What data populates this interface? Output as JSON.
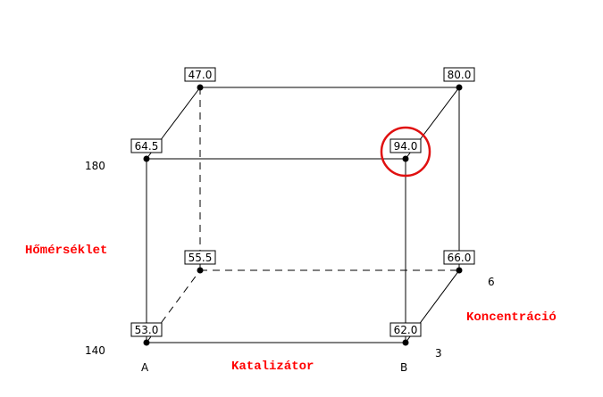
{
  "colors": {
    "axis_label": "#ff0000",
    "highlight": "#e01010",
    "line": "#000000"
  },
  "axes": {
    "temperature": {
      "label": "Hőmérséklet",
      "low": "140",
      "high": "180"
    },
    "catalyst": {
      "label": "Katalizátor",
      "low": "A",
      "high": "B"
    },
    "concentration": {
      "label": "Koncentráció",
      "low": "3",
      "high": "6"
    }
  },
  "vertices": {
    "front_bottom_left": "53.0",
    "front_bottom_right": "62.0",
    "back_bottom_left": "55.5",
    "back_bottom_right": "66.0",
    "front_top_left": "64.5",
    "front_top_right": "94.0",
    "back_top_left": "47.0",
    "back_top_right": "80.0"
  },
  "highlighted_vertex": "front_top_right"
}
